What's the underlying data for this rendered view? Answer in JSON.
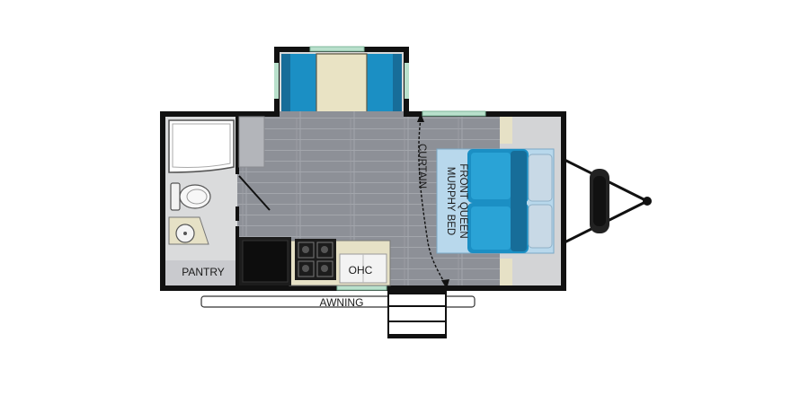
{
  "labels": {
    "pantry": "PANTRY",
    "ohc": "OHC",
    "awning": "AWNING",
    "curtain": "CURTAIN",
    "bed_line1": "FRONT QUEEN",
    "bed_line2": "MURPHY BED"
  },
  "colors": {
    "floor": "#8d9097",
    "plank_line": "#a9acb2",
    "wall": "#111111",
    "counter": "#e6e1c6",
    "cushion_blue": "#1b8fc4",
    "cushion_dark": "#176d99",
    "table": "#e9e3c4",
    "bed_panel": "#b8d8ec",
    "window": "#b9e0cc",
    "appliance": "#1c1c1c",
    "cabinet": "#c9cace"
  },
  "icons": {
    "shower": "shower-icon",
    "toilet": "toilet-icon",
    "sink": "sink-icon",
    "stove": "stove-icon",
    "fridge": "refrigerator-icon",
    "hitch": "hitch-icon"
  }
}
